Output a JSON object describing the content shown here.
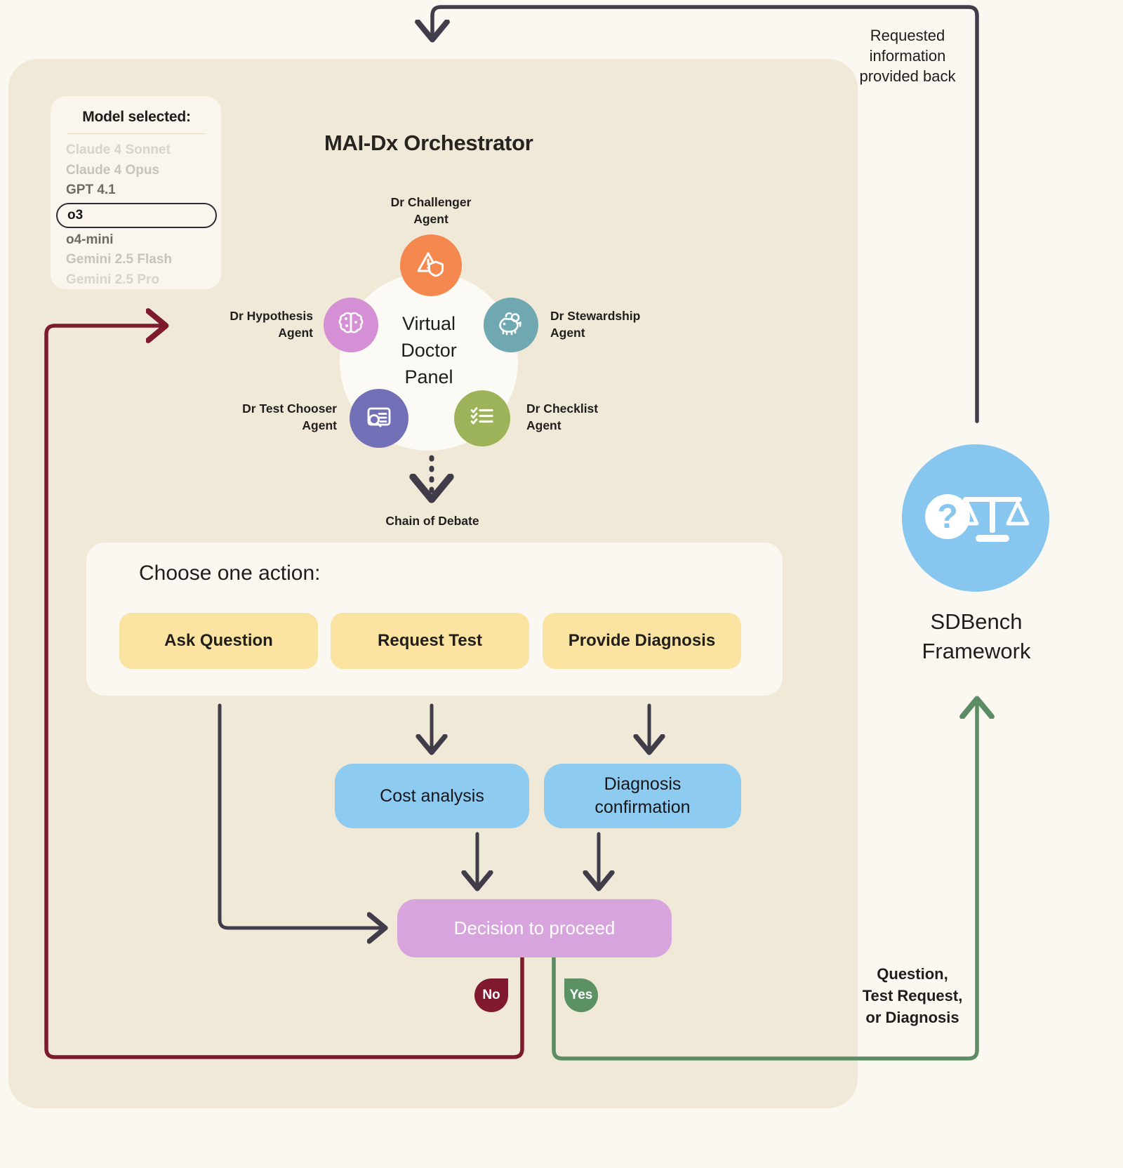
{
  "diagram": {
    "title": "MAI-Dx Orchestrator",
    "background_color": "#fbf8f2",
    "panel_color": "#f1e9d8"
  },
  "model_selector": {
    "title": "Model selected:",
    "options": [
      "Claude 4 Sonnet",
      "Claude 4 Opus",
      "GPT 4.1",
      "o3",
      "o4-mini",
      "Gemini 2.5 Flash",
      "Gemini 2.5 Pro"
    ],
    "selected": "o3"
  },
  "virtual_doctor_panel": {
    "center_line_1": "Virtual",
    "center_line_2": "Doctor",
    "center_line_3": "Panel",
    "agents": [
      {
        "name_line_1": "Dr Challenger",
        "name_line_2": "Agent",
        "icon": "warning-shield-icon",
        "color": "#f5884f",
        "position": "top"
      },
      {
        "name_line_1": "Dr Hypothesis",
        "name_line_2": "Agent",
        "icon": "brain-icon",
        "color": "#d58fd4",
        "position": "left"
      },
      {
        "name_line_1": "Dr Stewardship",
        "name_line_2": "Agent",
        "icon": "piggy-bank-icon",
        "color": "#6fa8b0",
        "position": "right"
      },
      {
        "name_line_1": "Dr Test Chooser",
        "name_line_2": "Agent",
        "icon": "test-search-icon",
        "color": "#7271b8",
        "position": "bottom-left"
      },
      {
        "name_line_1": "Dr Checklist",
        "name_line_2": "Agent",
        "icon": "checklist-icon",
        "color": "#9cb359",
        "position": "bottom-right"
      }
    ]
  },
  "chain_of_debate": {
    "label": "Chain of Debate"
  },
  "action_selection": {
    "title": "Choose one action:",
    "actions": [
      {
        "label": "Ask Question"
      },
      {
        "label": "Request Test"
      },
      {
        "label": "Provide Diagnosis"
      }
    ],
    "chip_color": "#fbe3a2"
  },
  "processing": {
    "cost_analysis": "Cost analysis",
    "diagnosis_confirmation_line_1": "Diagnosis",
    "diagnosis_confirmation_line_2": "confirmation",
    "box_color": "#8ecbf0"
  },
  "decision": {
    "label": "Decision to proceed",
    "box_color": "#d7a4dd",
    "no_label": "No",
    "no_color": "#80182e",
    "yes_label": "Yes",
    "yes_color": "#5b9163"
  },
  "sdbench": {
    "label_line_1": "SDBench",
    "label_line_2": "Framework",
    "icon": "question-scales-icon",
    "color": "#87c6ee"
  },
  "annotations": {
    "top_note_line_1": "Requested",
    "top_note_line_2": "information",
    "top_note_line_3": "provided back",
    "bottom_note_line_1": "Question,",
    "bottom_note_line_2": "Test Request,",
    "bottom_note_line_3": "or Diagnosis"
  }
}
